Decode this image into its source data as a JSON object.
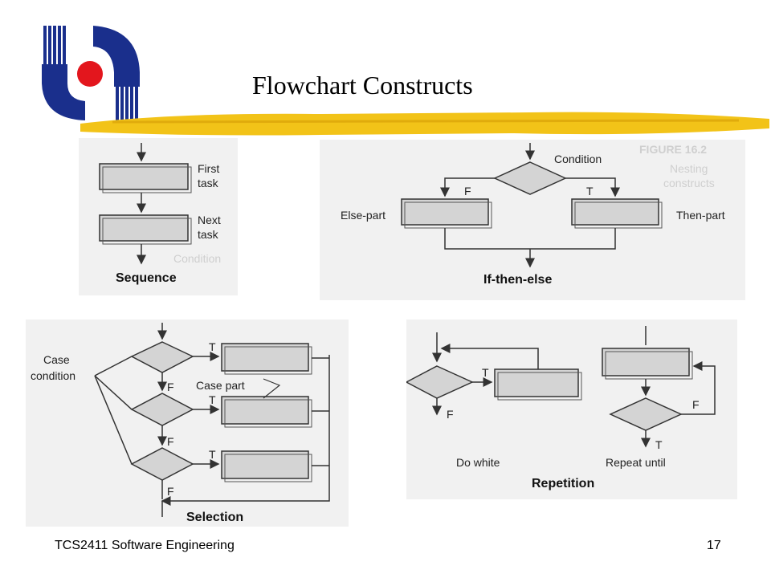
{
  "slide": {
    "title": "Flowchart  Constructs",
    "footer_left": "TCS2411 Software Engineering",
    "page_number": "17",
    "colors": {
      "accent": "#f2c318",
      "logo_blue": "#1a2f8c",
      "logo_red": "#e3161d"
    }
  },
  "sequence": {
    "label_1a": "First",
    "label_1b": "task",
    "label_2a": "Next",
    "label_2b": "task",
    "caption": "Sequence",
    "bg_text": "Condition"
  },
  "if_then_else": {
    "condition": "Condition",
    "false": "F",
    "true": "T",
    "else_part": "Else-part",
    "then_part": "Then-part",
    "caption": "If-then-else",
    "bg_heading": "FIGURE 16.2",
    "bg_sub_1": "Nesting",
    "bg_sub_2": "constructs"
  },
  "selection": {
    "case_1": "Case",
    "case_2": "condition",
    "t1": "T",
    "t2": "T",
    "t3": "T",
    "f1": "F",
    "f2": "F",
    "f3": "F",
    "case_part": "Case  part",
    "caption": "Selection"
  },
  "repetition": {
    "t_do": "T",
    "f_do": "F",
    "f_rep": "F",
    "t_rep": "T",
    "do_while": "Do  white",
    "repeat_until": "Repeat  until",
    "caption": "Repetition"
  }
}
